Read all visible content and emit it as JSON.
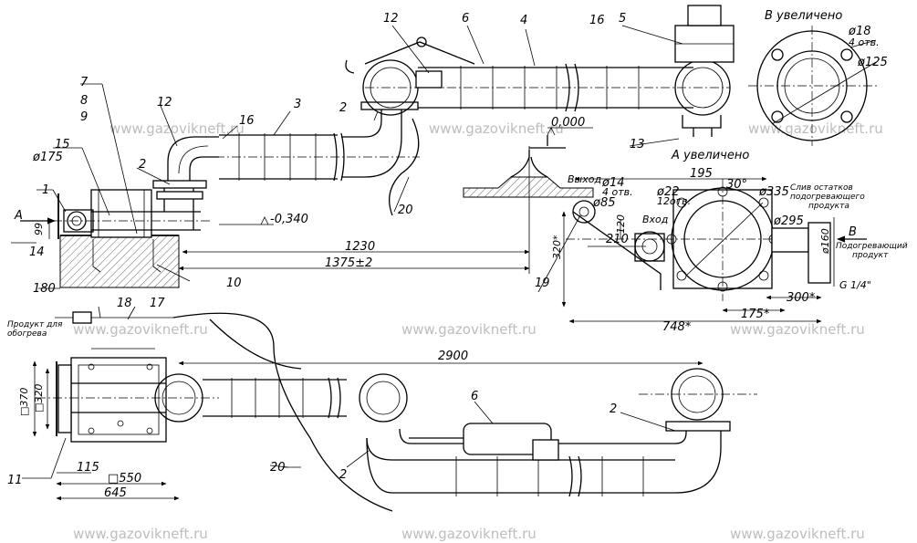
{
  "watermark": "www.gazovikneft.ru",
  "views": {
    "detail_B": "В увеличено",
    "detail_A": "А увеличено"
  },
  "callouts": {
    "c1": "1",
    "c2": "2",
    "c3": "3",
    "c4": "4",
    "c5": "5",
    "c6": "6",
    "c7": "7",
    "c8": "8",
    "c9": "9",
    "c10": "10",
    "c11": "11",
    "c12": "12",
    "c13": "13",
    "c14": "14",
    "c15": "15",
    "c16": "16",
    "c17": "17",
    "c18": "18",
    "c19": "19",
    "c20": "20"
  },
  "view_letters": {
    "A": "А",
    "B": "В"
  },
  "dimensions": {
    "d175": "ø175",
    "d99": "99",
    "d180": "180",
    "d1230": "1230",
    "d1375": "1375±2",
    "elev0": "0,000",
    "elev034": "-0,340",
    "d18": "ø18",
    "holes4": "4 отв.",
    "d125": "ø125",
    "d195": "195",
    "a30": "30°",
    "d335": "ø335",
    "d22": "ø22",
    "holes12": "12отв.",
    "d295": "ø295",
    "d14": "ø14",
    "holes4b": "4 отв.",
    "d85": "ø85",
    "d120": "120",
    "d320s": "320*",
    "d210": "210",
    "d160": "ø160",
    "g14": "G 1/4\"",
    "d300s": "300*",
    "d175s": "175*",
    "d748s": "748*",
    "d2900": "2900",
    "sq370": "□370",
    "sq320": "□320",
    "d115": "115",
    "sq550": "□550",
    "d645": "645"
  },
  "notes": {
    "outlet": "Выход",
    "inlet": "Вход",
    "drain_1": "Слив остатков",
    "drain_2": "подогревающего",
    "drain_3": "продукта",
    "heating_1": "Подогревающий",
    "heating_2": "продукт",
    "product_1": "Продукт для",
    "product_2": "обогрева"
  }
}
